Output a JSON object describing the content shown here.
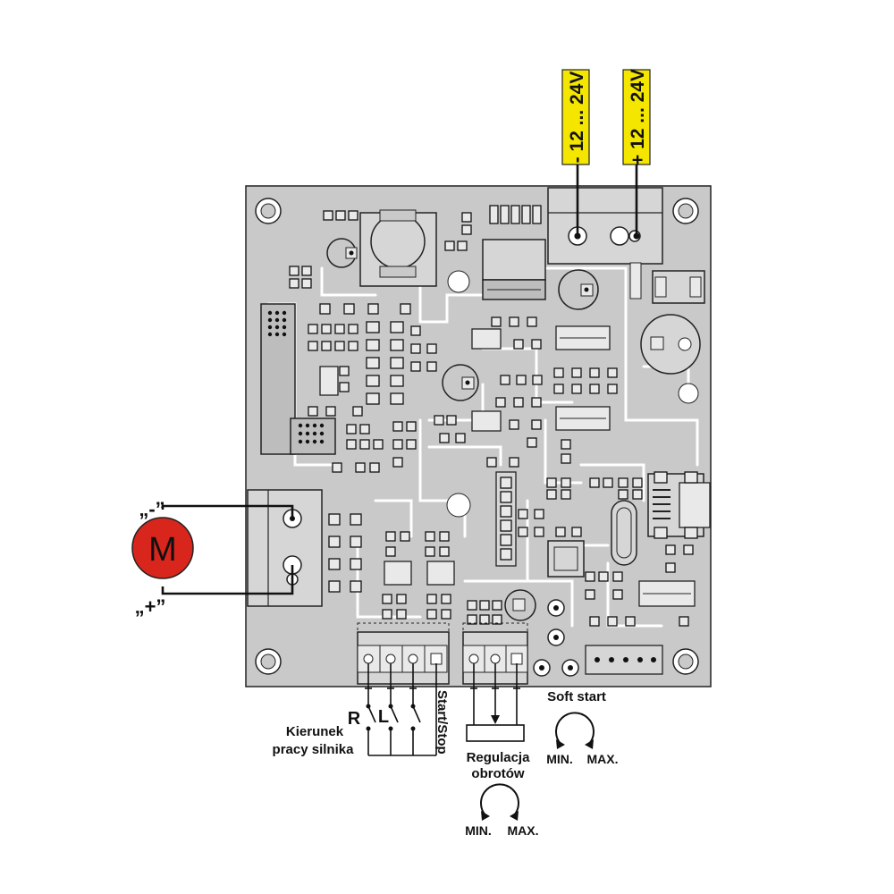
{
  "power_labels": {
    "negative": "- 12 ... 24V",
    "positive": "+ 12 ... 24V"
  },
  "motor": {
    "symbol": "M",
    "minus_label": "„-”",
    "plus_label": "„+”"
  },
  "direction": {
    "r_label": "R",
    "l_label": "L",
    "caption_line1": "Kierunek",
    "caption_line2": "pracy silnika"
  },
  "start_stop_label": "Start/Stop",
  "speed": {
    "caption_line1": "Regulacja",
    "caption_line2": "obrotów",
    "min_label": "MIN.",
    "max_label": "MAX."
  },
  "soft_start": {
    "caption": "Soft start",
    "min_label": "MIN.",
    "max_label": "MAX."
  },
  "colors": {
    "board": "#c9c9c9",
    "power_tag": "#f5e600",
    "motor": "#d8261c"
  }
}
